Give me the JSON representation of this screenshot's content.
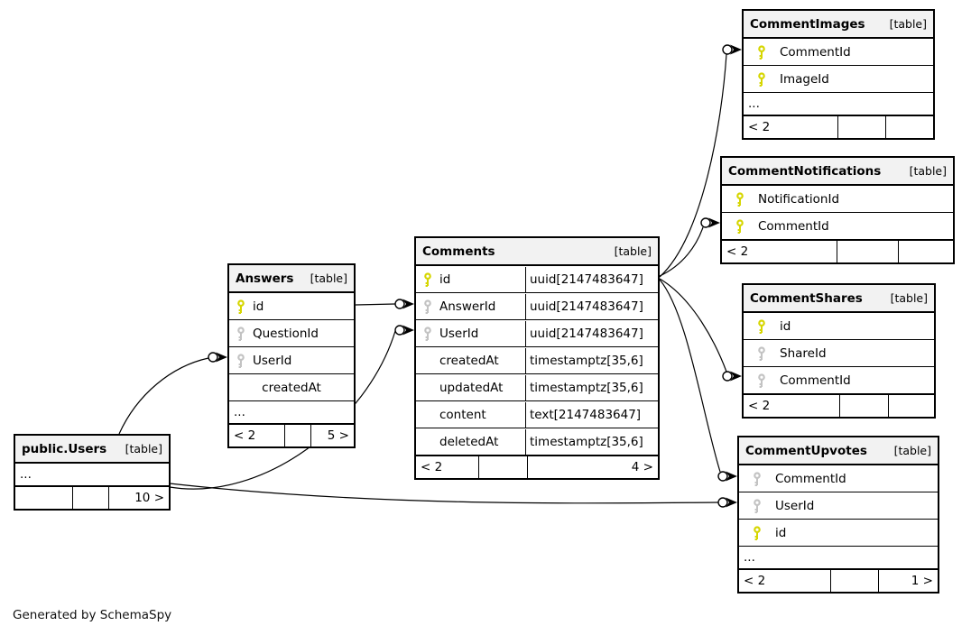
{
  "colors": {
    "pk_color": "#d6d600",
    "fk_color": "#c3c3c3",
    "header_bg": "#f2f2f2"
  },
  "credit": "Generated by SchemaSpy",
  "tables": {
    "comments": {
      "name": "Comments",
      "tag": "[table]",
      "columns": [
        {
          "name": "id",
          "type": "uuid[2147483647]",
          "key": "pk"
        },
        {
          "name": "AnswerId",
          "type": "uuid[2147483647]",
          "key": "fk"
        },
        {
          "name": "UserId",
          "type": "uuid[2147483647]",
          "key": "fk"
        },
        {
          "name": "createdAt",
          "type": "timestamptz[35,6]",
          "key": ""
        },
        {
          "name": "updatedAt",
          "type": "timestamptz[35,6]",
          "key": ""
        },
        {
          "name": "content",
          "type": "text[2147483647]",
          "key": ""
        },
        {
          "name": "deletedAt",
          "type": "timestamptz[35,6]",
          "key": ""
        }
      ],
      "footer": {
        "left": "< 2",
        "mid": "",
        "right": "4 >"
      }
    },
    "answers": {
      "name": "Answers",
      "tag": "[table]",
      "columns": [
        {
          "name": "id",
          "key": "pk"
        },
        {
          "name": "QuestionId",
          "key": "fk"
        },
        {
          "name": "UserId",
          "key": "fk"
        },
        {
          "name": "createdAt",
          "key": ""
        }
      ],
      "ellipsis": "...",
      "footer": {
        "left": "< 2",
        "mid": "",
        "right": "5 >"
      }
    },
    "users": {
      "name": "public.Users",
      "tag": "[table]",
      "ellipsis": "...",
      "footer": {
        "left": "",
        "mid": "",
        "right": "10 >"
      }
    },
    "comment_images": {
      "name": "CommentImages",
      "tag": "[table]",
      "columns": [
        {
          "name": "CommentId",
          "key": "pk"
        },
        {
          "name": "ImageId",
          "key": "pk"
        }
      ],
      "ellipsis": "...",
      "footer": {
        "left": "< 2",
        "mid": "",
        "right": ""
      }
    },
    "comment_notifications": {
      "name": "CommentNotifications",
      "tag": "[table]",
      "columns": [
        {
          "name": "NotificationId",
          "key": "pk"
        },
        {
          "name": "CommentId",
          "key": "pk"
        }
      ],
      "footer": {
        "left": "< 2",
        "mid": "",
        "right": ""
      }
    },
    "comment_shares": {
      "name": "CommentShares",
      "tag": "[table]",
      "columns": [
        {
          "name": "id",
          "key": "pk"
        },
        {
          "name": "ShareId",
          "key": "fk"
        },
        {
          "name": "CommentId",
          "key": "fk"
        }
      ],
      "footer": {
        "left": "< 2",
        "mid": "",
        "right": ""
      }
    },
    "comment_upvotes": {
      "name": "CommentUpvotes",
      "tag": "[table]",
      "columns": [
        {
          "name": "CommentId",
          "key": "fk"
        },
        {
          "name": "UserId",
          "key": "fk"
        },
        {
          "name": "id",
          "key": "pk"
        }
      ],
      "ellipsis": "...",
      "footer": {
        "left": "< 2",
        "mid": "",
        "right": "1 >"
      }
    }
  },
  "relationships": [
    {
      "from": "Answers.id",
      "to": "Comments.AnswerId"
    },
    {
      "from": "public.Users",
      "to": "Answers.UserId"
    },
    {
      "from": "public.Users",
      "to": "Comments.UserId"
    },
    {
      "from": "public.Users",
      "to": "CommentUpvotes.UserId"
    },
    {
      "from": "Comments.id",
      "to": "CommentImages.CommentId"
    },
    {
      "from": "Comments.id",
      "to": "CommentNotifications.CommentId"
    },
    {
      "from": "Comments.id",
      "to": "CommentShares.CommentId"
    },
    {
      "from": "Comments.id",
      "to": "CommentUpvotes.CommentId"
    }
  ]
}
